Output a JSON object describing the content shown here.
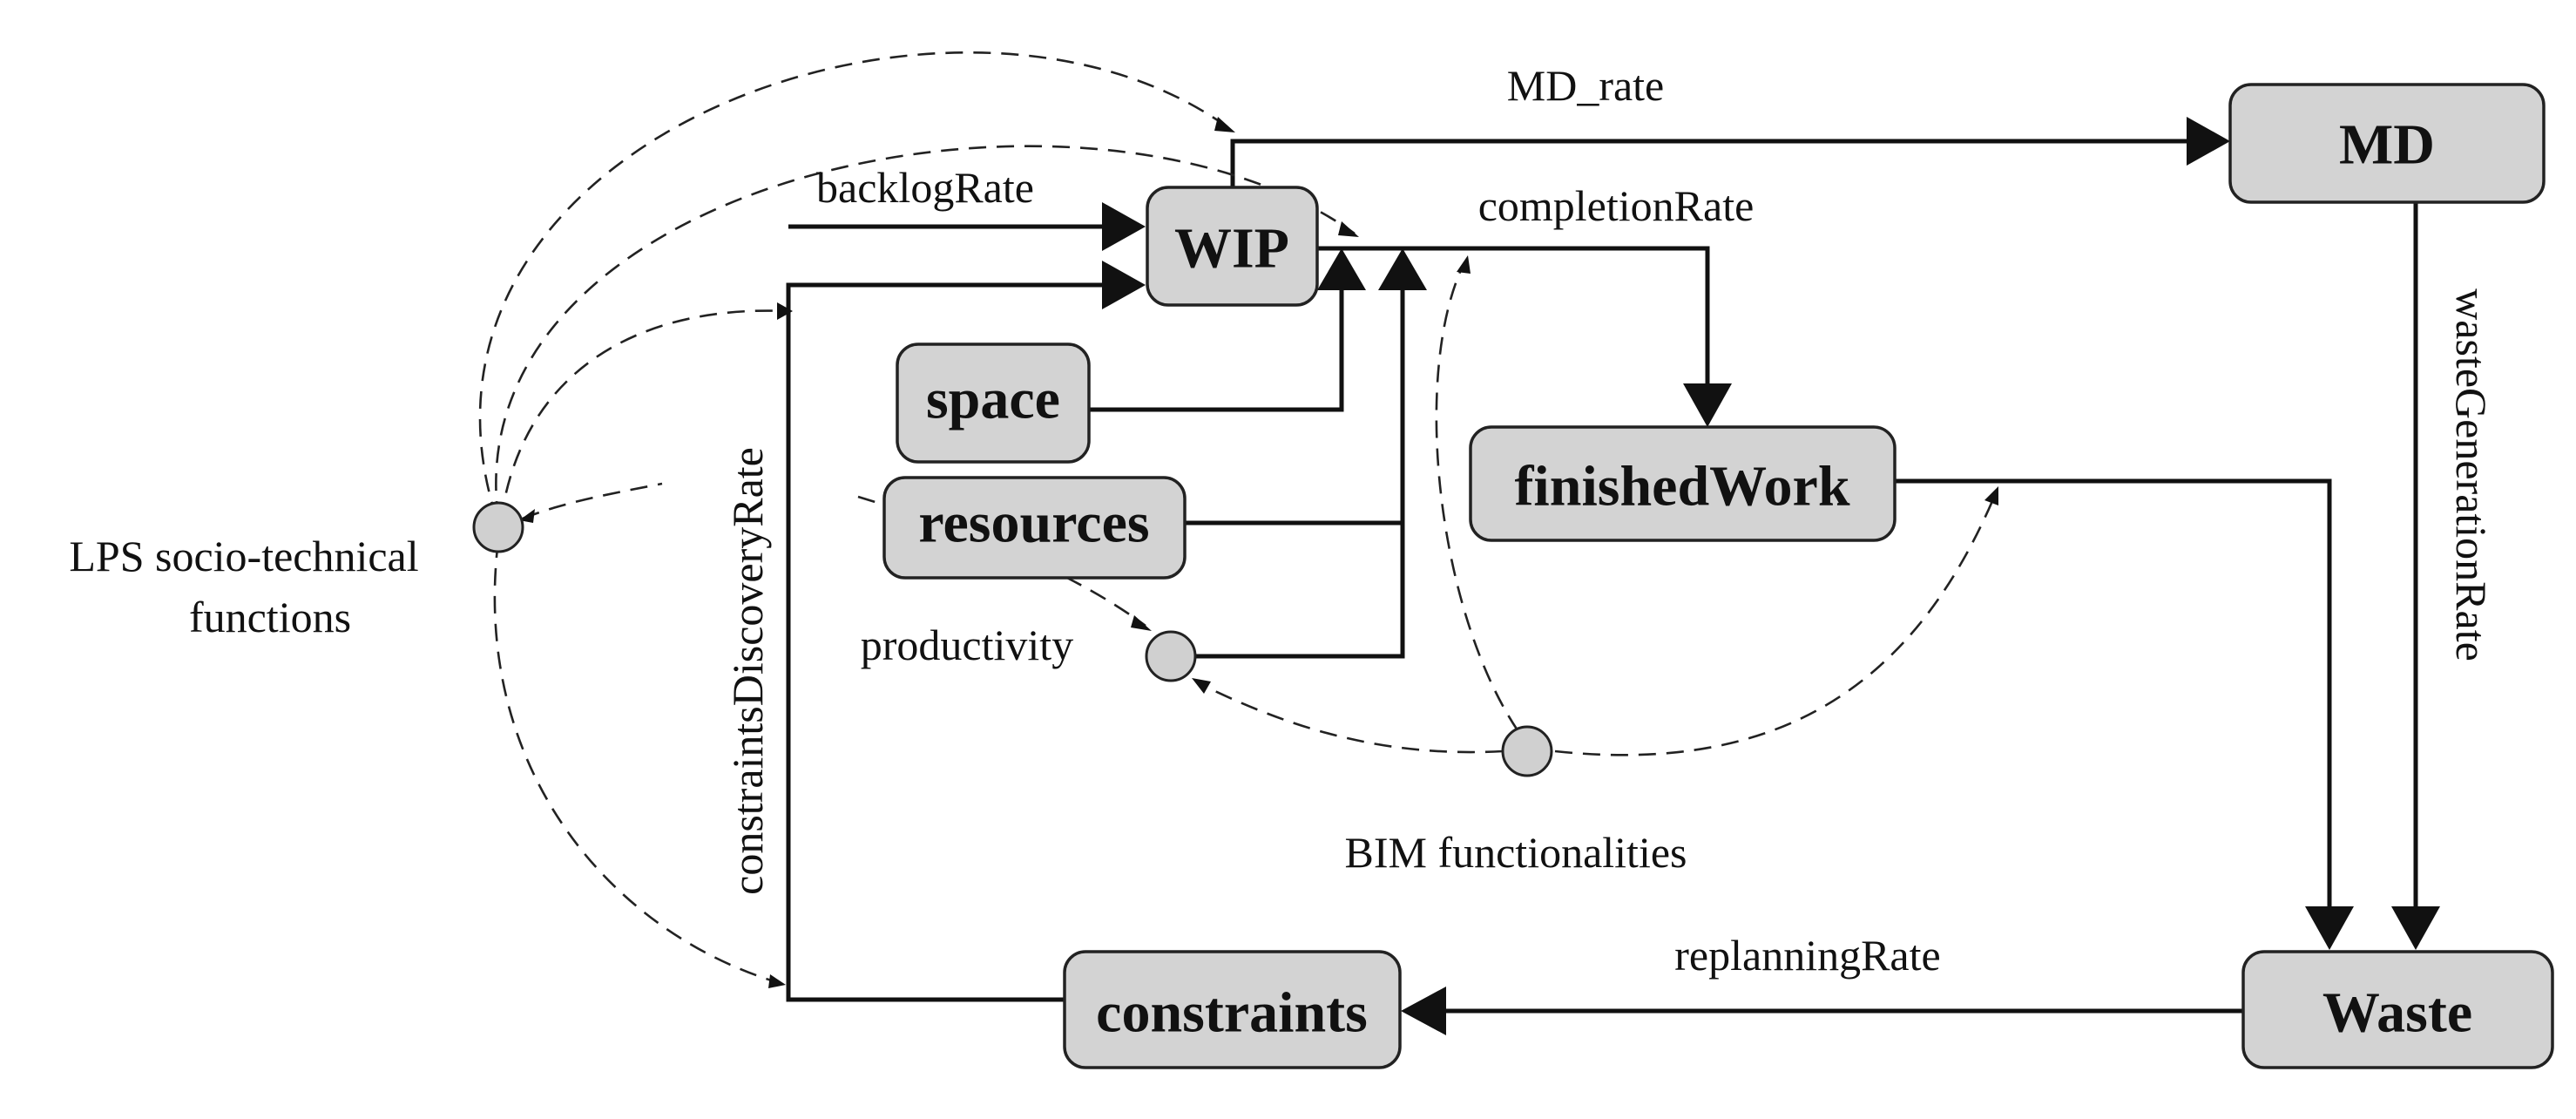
{
  "stocks": {
    "wip": "WIP",
    "md": "MD",
    "space": "space",
    "resources": "resources",
    "finished_work": "finishedWork",
    "constraints": "constraints",
    "waste": "Waste"
  },
  "flows": {
    "md_rate": "MD_rate",
    "backlog_rate": "backlogRate",
    "completion_rate": "completionRate",
    "waste_generation_rate": "wasteGenerationRate",
    "constraints_discovery_rate": "constraintsDiscoveryRate",
    "replanning_rate": "replanningRate"
  },
  "auxiliaries": {
    "lps": "LPS socio-technical",
    "lps_line2": "functions",
    "productivity": "productivity",
    "bim": "BIM functionalities"
  }
}
